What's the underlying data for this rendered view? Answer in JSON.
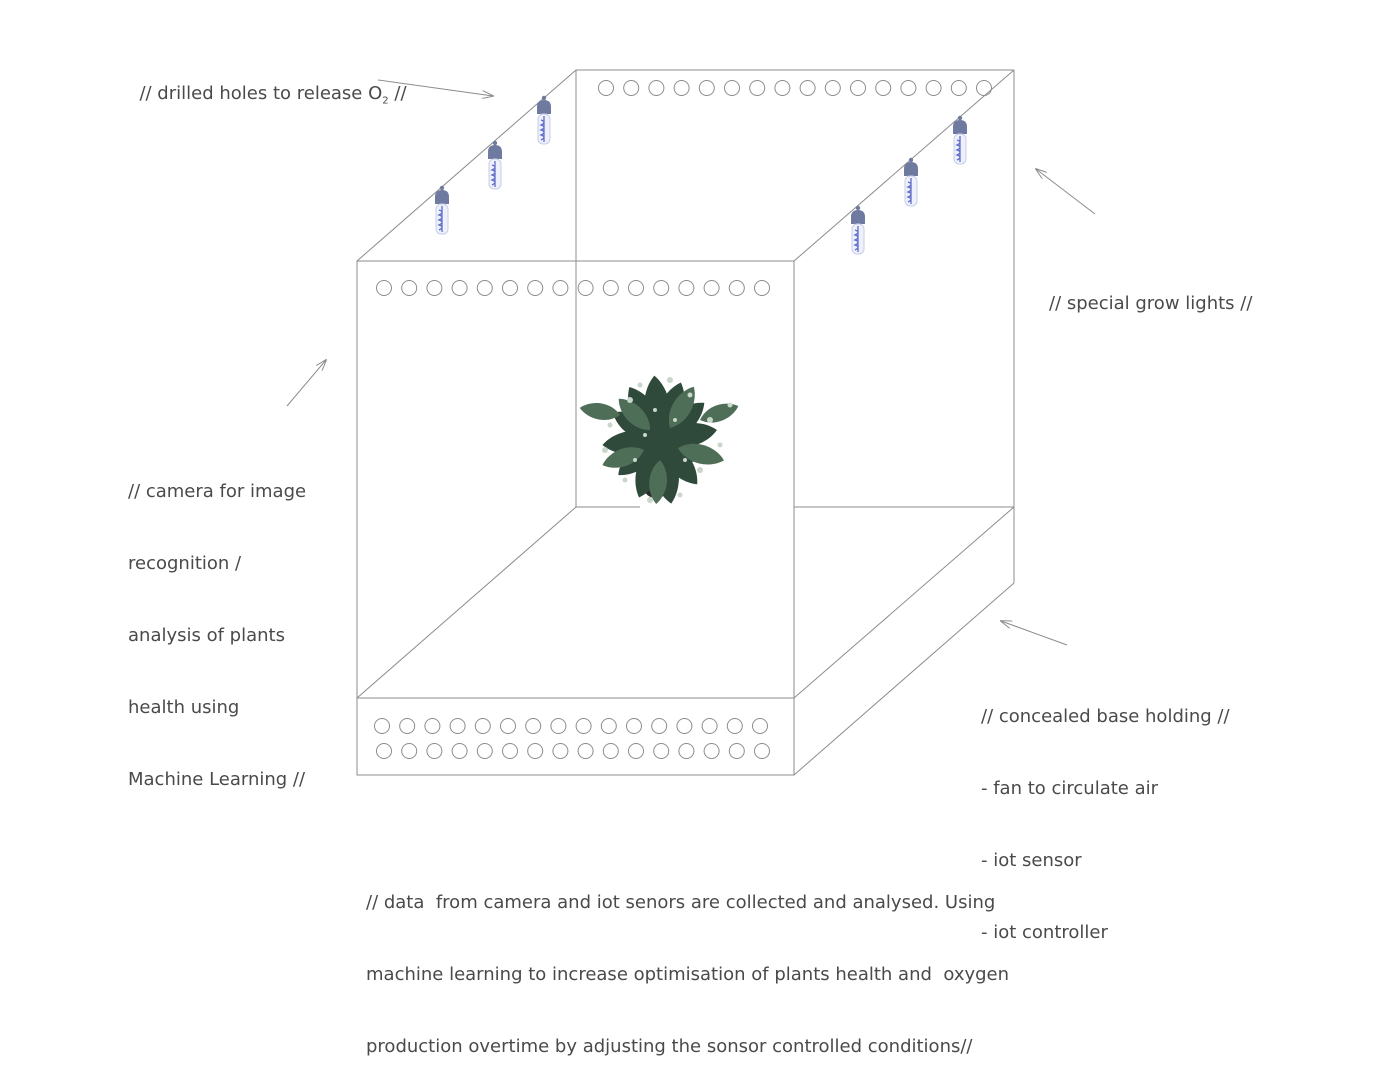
{
  "annotations": {
    "holes": {
      "text": "// drilled holes to release O",
      "subscript": "2",
      "suffix": " //"
    },
    "lights": {
      "text": "// special grow lights //"
    },
    "camera": {
      "lines": [
        "// camera for image",
        "recognition /",
        "analysis of plants",
        "health using",
        "Machine Learning //"
      ]
    },
    "base": {
      "lines": [
        "// concealed base holding //",
        "- fan to circulate air",
        "- iot sensor",
        "- iot controller"
      ]
    },
    "footer": {
      "lines": [
        "// data  from camera and iot senors are collected and analysed. Using",
        "machine learning to increase optimisation of plants health and  oxygen",
        "production overtime by adjusting the sonsor controlled conditions//"
      ]
    }
  },
  "colors": {
    "line": "#8c8c8c",
    "text": "#4a4a4a",
    "bulb": "#6f7aa0",
    "bulb_coil": "#5f6cc8",
    "leaf_dark": "#2f4a3a",
    "leaf_mid": "#4f6e58",
    "leaf_spot": "#c9d6cc",
    "pot": "#2b2b2b"
  },
  "icons": {
    "bulb": "grow-light-bulb-icon",
    "hole": "vent-hole-icon",
    "plant": "potted-plant-icon"
  }
}
